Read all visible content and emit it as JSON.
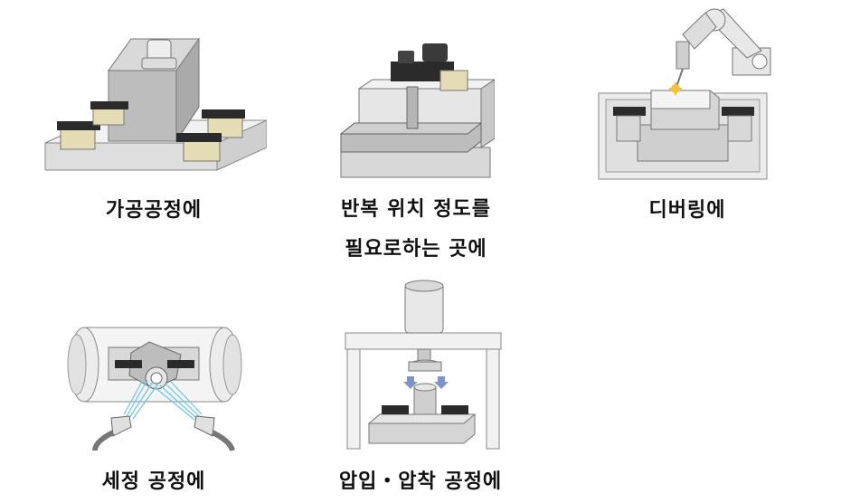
{
  "colors": {
    "base": "#e8e8e8",
    "base_dark": "#c9c9c9",
    "metal": "#cfcfcf",
    "metal_dark": "#9a9a9a",
    "clamp": "#2b2b2b",
    "brass": "#e3dcb5",
    "spray": "#66c7e6",
    "arrow": "#7f93c9",
    "spark": "#f3c236"
  },
  "items": [
    {
      "icon": "machining-fixture-icon",
      "caption_lines": [
        "가공공정에"
      ]
    },
    {
      "icon": "repeat-positioning-fixture-icon",
      "caption_lines": [
        "반복 위치 정도를",
        "필요로하는 곳에"
      ]
    },
    {
      "icon": "robot-deburring-icon",
      "caption_lines": [
        "디버링에"
      ]
    },
    {
      "icon": "washing-spray-icon",
      "caption_lines": [
        "세정 공정에"
      ]
    },
    {
      "icon": "press-fit-icon",
      "caption_lines": [
        "압입・압착 공정에"
      ]
    }
  ]
}
